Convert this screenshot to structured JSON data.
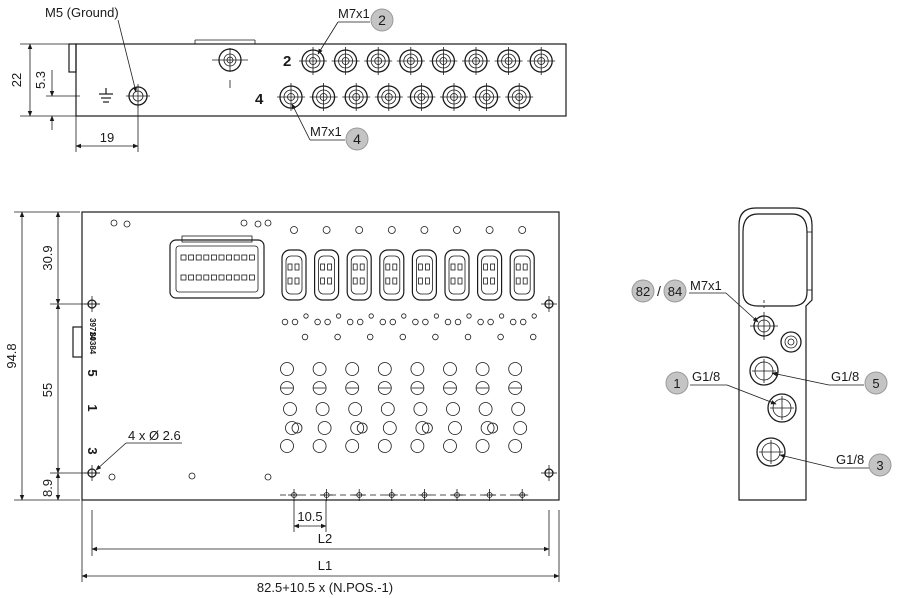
{
  "top_view": {
    "ground_label": "M5 (Ground)",
    "dim_height": "22",
    "dim_offset": "5.3",
    "dim_width": "19",
    "row_upper_label": "2",
    "row_lower_label": "4",
    "thread_upper": "M7x1",
    "badge_upper": "2",
    "thread_lower": "M7x1",
    "badge_lower": "4",
    "port_count": "8"
  },
  "front_view": {
    "dim_total_height": "94.8",
    "dim_top": "30.9",
    "dim_middle": "55",
    "dim_bottom": "8.9",
    "hole_callout": "4 x Ø 2.6",
    "pitch": "10.5",
    "dim_L2": "L2",
    "dim_L1": "L1",
    "formula": "82.5+10.5 x (N.POS.-1)",
    "side_marks": [
      "5",
      "1",
      "3"
    ],
    "label_text": [
      "39714",
      "80384"
    ]
  },
  "side_view": {
    "badge_82": "82",
    "separator": "/",
    "badge_84": "84",
    "thread": "M7x1",
    "port_1_thread": "G1/8",
    "badge_1": "1",
    "port_5_thread": "G1/8",
    "badge_5": "5",
    "port_3_thread": "G1/8",
    "badge_3": "3"
  }
}
